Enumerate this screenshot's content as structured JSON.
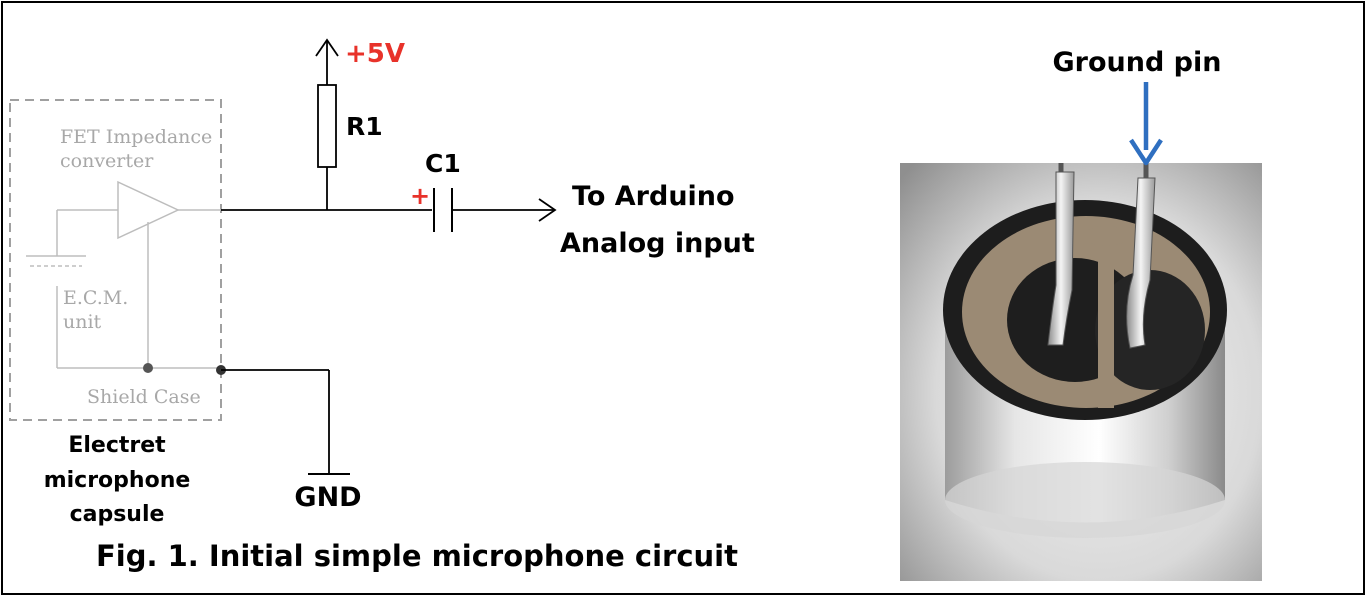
{
  "figure": {
    "caption": "Fig. 1. Initial simple microphone circuit"
  },
  "schematic": {
    "supply_label": "+5V",
    "resistor_label": "R1",
    "capacitor_label": "C1",
    "polarity_mark": "+",
    "output_label_line1": "To Arduino",
    "output_label_line2": "Analog input",
    "ground_label": "GND",
    "capsule": {
      "fet_label_line1": "FET Impedance",
      "fet_label_line2": "converter",
      "ecm_label_line1": "E.C.M.",
      "ecm_label_line2": "unit",
      "shield_label": "Shield Case",
      "caption_line1": "Electret",
      "caption_line2": "microphone",
      "caption_line3": "capsule"
    },
    "colors": {
      "polarity": "#e8322a",
      "capsule_gray": "#b4b4b4"
    }
  },
  "photo": {
    "pointer_label": "Ground pin",
    "arrow_color": "#2f6fc0"
  }
}
